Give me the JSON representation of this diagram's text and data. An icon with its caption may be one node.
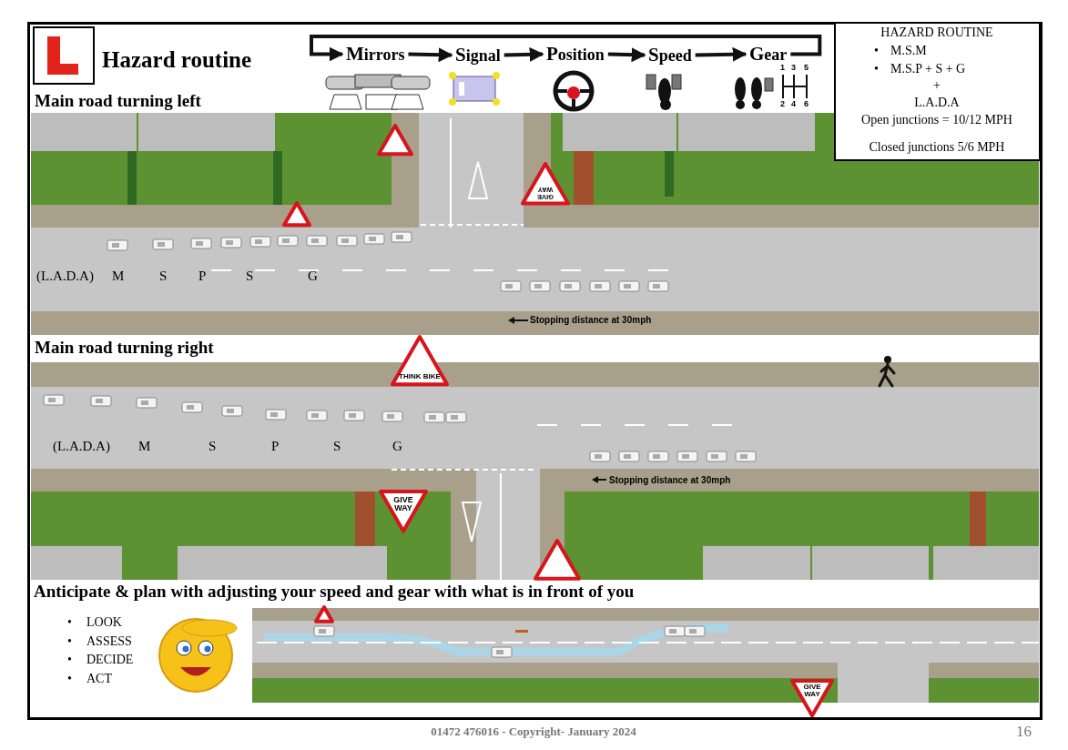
{
  "diagram": {
    "title": "Hazard routine",
    "nodes": [
      {
        "text": [
          "Mirrors"
        ]
      },
      {
        "text": [
          "Signal"
        ]
      },
      {
        "text": [
          "Position"
        ]
      },
      {
        "text": [
          "Speed"
        ]
      },
      {
        "text": [
          "Gear"
        ]
      }
    ],
    "edges": [
      {
        "from": 0,
        "to": 1,
        "arrow": "to"
      },
      {
        "from": 1,
        "to": 2,
        "arrow": "to"
      },
      {
        "from": 2,
        "to": 3,
        "arrow": "to"
      },
      {
        "from": 3,
        "to": 4,
        "arrow": "to"
      },
      {
        "from": 4,
        "to": 0,
        "arrow": "to"
      }
    ],
    "labels": [
      "Main road turning left",
      "HAZARD ROUTINE",
      "•",
      "M.S.M",
      "•",
      "M.S.P + S + G",
      "+",
      "L.A.D.A",
      "Open junctions = 10/12 MPH",
      "Closed junctions 5/6 MPH",
      "1",
      "3",
      "5",
      "2",
      "4",
      "6",
      "(L.A.D.A)",
      "M",
      "S",
      "P",
      "S",
      "G",
      "Stopping distance at 30mph",
      "GIVE WAY",
      "Main road turning right",
      "THINK BIKE",
      "(L.A.D.A)",
      "M",
      "S",
      "P",
      "S",
      "G",
      "Stopping distance at 30mph",
      "GIVE WAY",
      "Anticipate & plan with adjusting your speed and gear with what is in front of you",
      "•",
      "LOOK",
      "•",
      "ASSESS",
      "•",
      "DECIDE",
      "•",
      "ACT",
      "GIVE WAY",
      "01472 476016 - Copyright- January 2024",
      "16"
    ]
  }
}
